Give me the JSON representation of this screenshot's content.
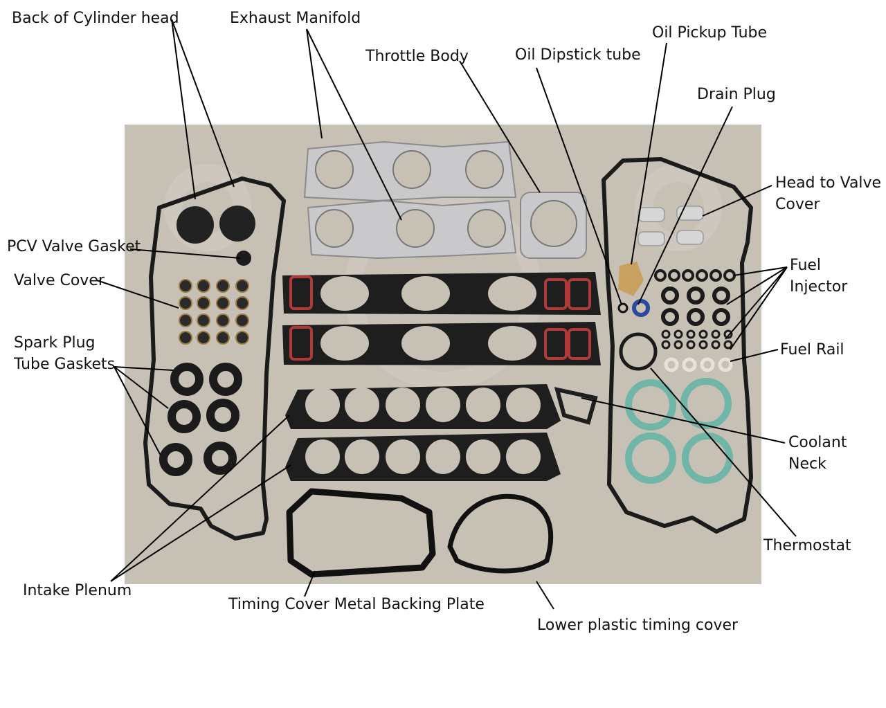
{
  "diagram": {
    "colors": {
      "background": "#ffffff",
      "photo_backdrop": "#c7c0b5",
      "gasket_black": "#1b1b1b",
      "steel": "#c9c9cb",
      "red_seal": "#b03a3a",
      "teal_ring": "#6fb5a8",
      "brass": "#c8a060",
      "leader_line": "#000000"
    },
    "labels": {
      "back_of_cylinder_head": "Back of Cylinder head",
      "exhaust_manifold": "Exhaust Manifold",
      "throttle_body": "Throttle Body",
      "oil_dipstick_tube": "Oil Dipstick tube",
      "oil_pickup_tube": "Oil Pickup Tube",
      "drain_plug": "Drain Plug",
      "head_to_valve_cover": "Head to Valve\nCover",
      "pcv_valve_gasket": "PCV Valve Gasket",
      "valve_cover": "Valve Cover",
      "fuel_injector": "Fuel\nInjector",
      "spark_plug_tube_gaskets": "Spark Plug\nTube Gaskets",
      "fuel_rail": "Fuel Rail",
      "coolant_neck": "Coolant\nNeck",
      "thermostat": "Thermostat",
      "intake_plenum": "Intake Plenum",
      "timing_cover_metal_backing_plate": "Timing Cover Metal Backing Plate",
      "lower_plastic_timing_cover": "Lower plastic timing cover"
    }
  }
}
